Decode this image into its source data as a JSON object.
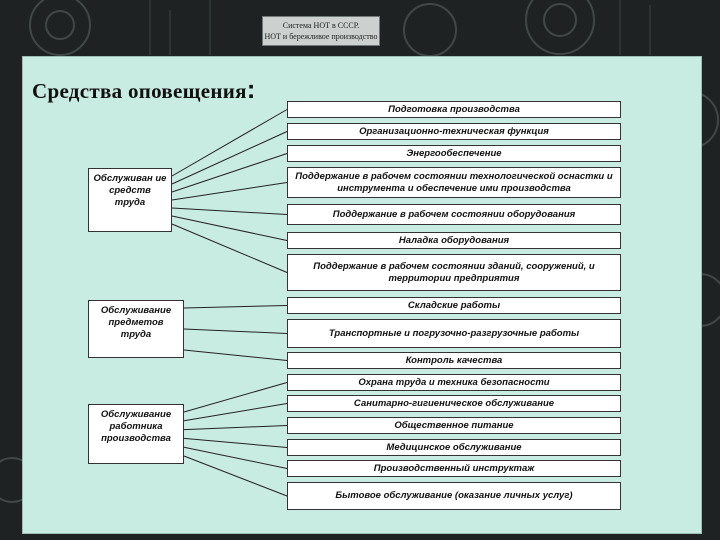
{
  "header": {
    "line1": "Система НОТ в СССР.",
    "line2": "НОТ и бережливое производство"
  },
  "title": "Средства оповещения",
  "title_colon": ":",
  "categories": [
    {
      "label": "Обслуживан ие средств труда"
    },
    {
      "label": "Обслуживание предметов труда"
    },
    {
      "label": "Обслуживание работника производства"
    }
  ],
  "items": [
    "Подготовка производства",
    "Организационно-техническая функция",
    "Энергообеспечение",
    "Поддержание в рабочем состоянии технологической оснастки и инструмента и обеспечение ими производства",
    "Поддержание в рабочем состоянии оборудования",
    "Наладка оборудования",
    "Поддержание в рабочем состоянии зданий, сооружений, и территории предприятия",
    "Складские работы",
    "Транспортные и погрузочно-разгрузочные работы",
    "Контроль качества",
    "Охрана труда и техника безопасности",
    "Санитарно-гигиеническое обслуживание",
    "Общественное питание",
    "Медицинское обслуживание",
    "Производственный инструктаж",
    "Бытовое обслуживание (оказание личных услуг)"
  ],
  "colors": {
    "panel": "#c9ece2",
    "background": "#1e2222",
    "box": "#ffffff",
    "line": "#222222"
  }
}
